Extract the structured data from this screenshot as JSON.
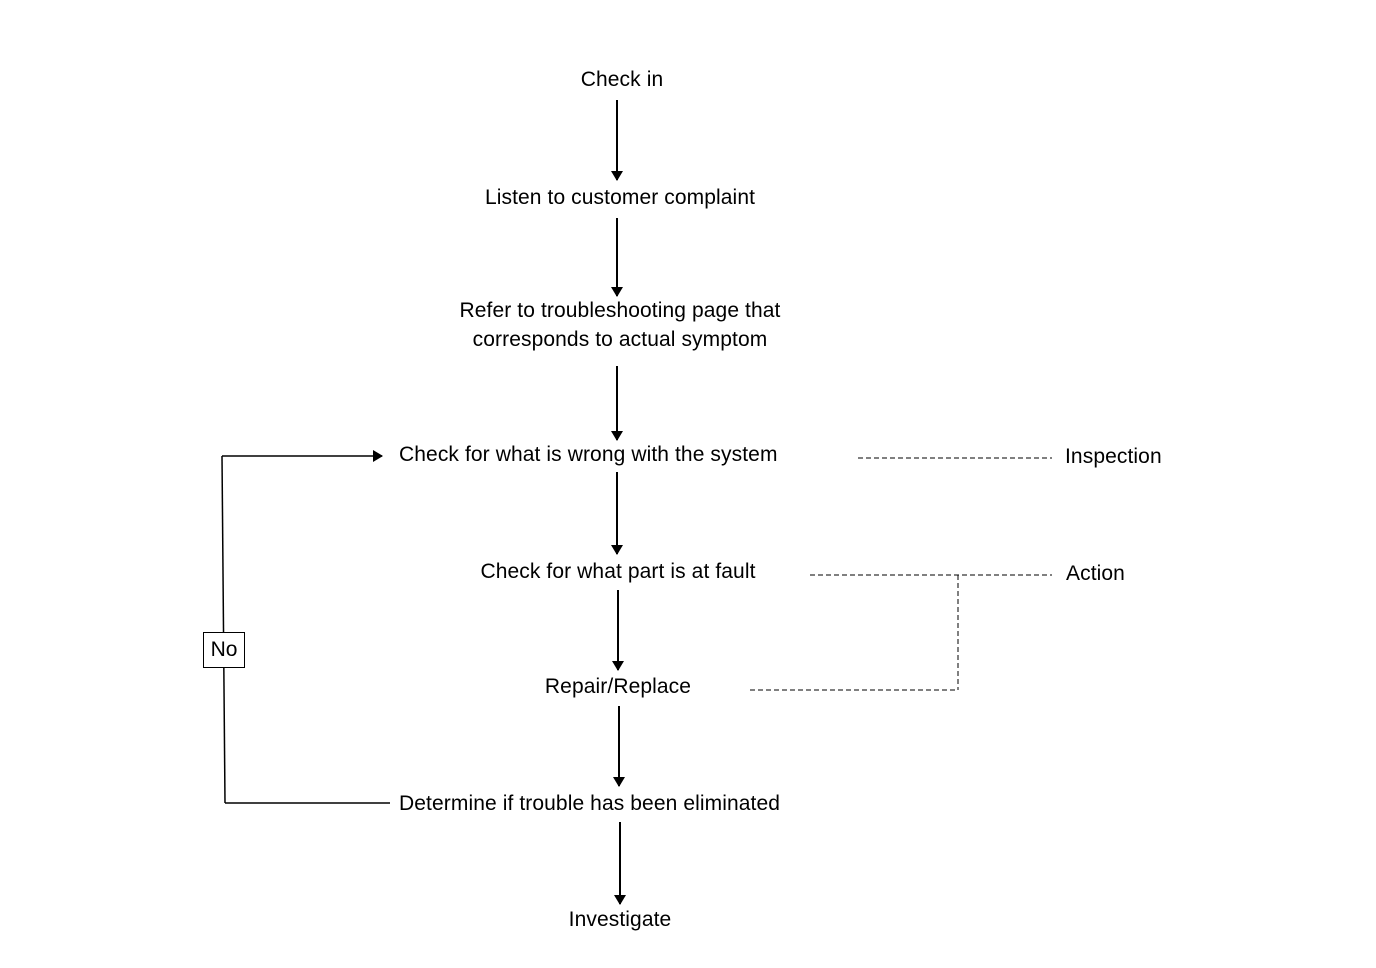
{
  "steps": {
    "check_in": "Check in",
    "listen": "Listen to customer complaint",
    "refer_line1": "Refer to troubleshooting page that",
    "refer_line2": "corresponds to actual symptom",
    "check_system": "Check for what is wrong with the system",
    "check_part": "Check for what part is at fault",
    "repair": "Repair/Replace",
    "determine": "Determine if trouble has been eliminated",
    "investigate": "Investigate"
  },
  "annotations": {
    "inspection": "Inspection",
    "action": "Action"
  },
  "loop": {
    "no_label": "No"
  }
}
